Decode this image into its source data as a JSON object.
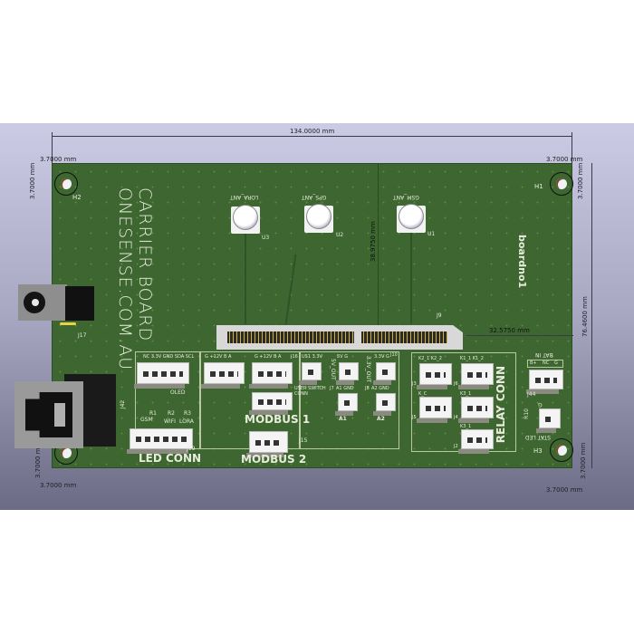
{
  "viewer": {
    "background_top": "#cbcbe5",
    "background_bottom": "#6b6b85"
  },
  "board": {
    "color": "#3d6630",
    "title_line1": "CARRIER BOARD",
    "title_line2": "ONESENSE.COM.AU",
    "board_id": "boardno1"
  },
  "dimensions": {
    "width": "134.0000 mm",
    "height": "76.4600 mm",
    "antenna_split": "38.9750 mm",
    "connector_offset": "32.5750 mm",
    "hole_offset_h2_x": "3.7000 mm",
    "hole_offset_h2_y": "3.7000 mm",
    "hole_offset_h1_x": "3.7000 mm",
    "hole_offset_h1_y": "3.7000 mm",
    "hole_offset_bl_x": "3.7000 mm",
    "hole_offset_bl_y": "3.7000 mm",
    "hole_offset_h3_x": "3.7000 mm",
    "hole_offset_h3_y": "3.7000 mm"
  },
  "mounting_holes": [
    {
      "ref": "H2"
    },
    {
      "ref": "H1"
    },
    {
      "ref": "H3"
    }
  ],
  "antennas": [
    {
      "ref": "U3",
      "label": "LORA_ANT"
    },
    {
      "ref": "U2",
      "label": "GPS_ANT"
    },
    {
      "ref": "U1",
      "label": "GSM_ANT"
    }
  ],
  "connectors": {
    "j9": {
      "ref": "J9"
    },
    "dc_jack": {
      "ref": "J17"
    },
    "rj45": {
      "ref": "J42"
    },
    "oled": {
      "pins": "NC 3.3V GND SDA SCL",
      "label": "OLED"
    },
    "modbus_a": {
      "pins": "G +12V B A"
    },
    "modbus_b": {
      "pins": "G +12V B A",
      "ref": "J16",
      "pin_a": "A"
    },
    "modbus1_label": "MODBUS 1",
    "modbus2_label": "MODBUS 2",
    "j15": {
      "ref": "J15"
    },
    "user_switch": {
      "pins": "US1 3.3V",
      "label": "USER SWITCH CONN"
    },
    "j1": {
      "ref": "J1",
      "pins": "5V G",
      "side": "5V_OUT"
    },
    "j10": {
      "ref": "J10",
      "pins": "3.3V G",
      "side": "3.3V_OUT"
    },
    "j7": {
      "ref": "J7",
      "pins": "A1 GND",
      "label": "A1"
    },
    "j8": {
      "ref": "J8",
      "pins": "A2 GND",
      "label": "A2"
    },
    "led": {
      "ref": "J19",
      "label": "LED CONN",
      "leds": [
        "GSM",
        "WIFI",
        "LORA"
      ],
      "resistors": [
        "R1",
        "R2",
        "R3"
      ]
    },
    "relay": {
      "label": "RELAY CONN",
      "items": [
        {
          "ref": "J3",
          "pins": "K2_1 K2_2"
        },
        {
          "ref": "J6",
          "pins": "K1_1 K1_2"
        },
        {
          "ref": "J5",
          "pins": "K_C"
        },
        {
          "ref": "J4",
          "pins": "K3_1"
        },
        {
          "ref": "J2",
          "pins": "K3_1"
        }
      ]
    },
    "bat_in": {
      "ref": "J44",
      "label": "BAT IN",
      "pins": [
        "B+",
        "NC",
        "G"
      ]
    },
    "stat_led": {
      "label": "STAT LED",
      "ref": "R10",
      "pin": "G"
    }
  }
}
